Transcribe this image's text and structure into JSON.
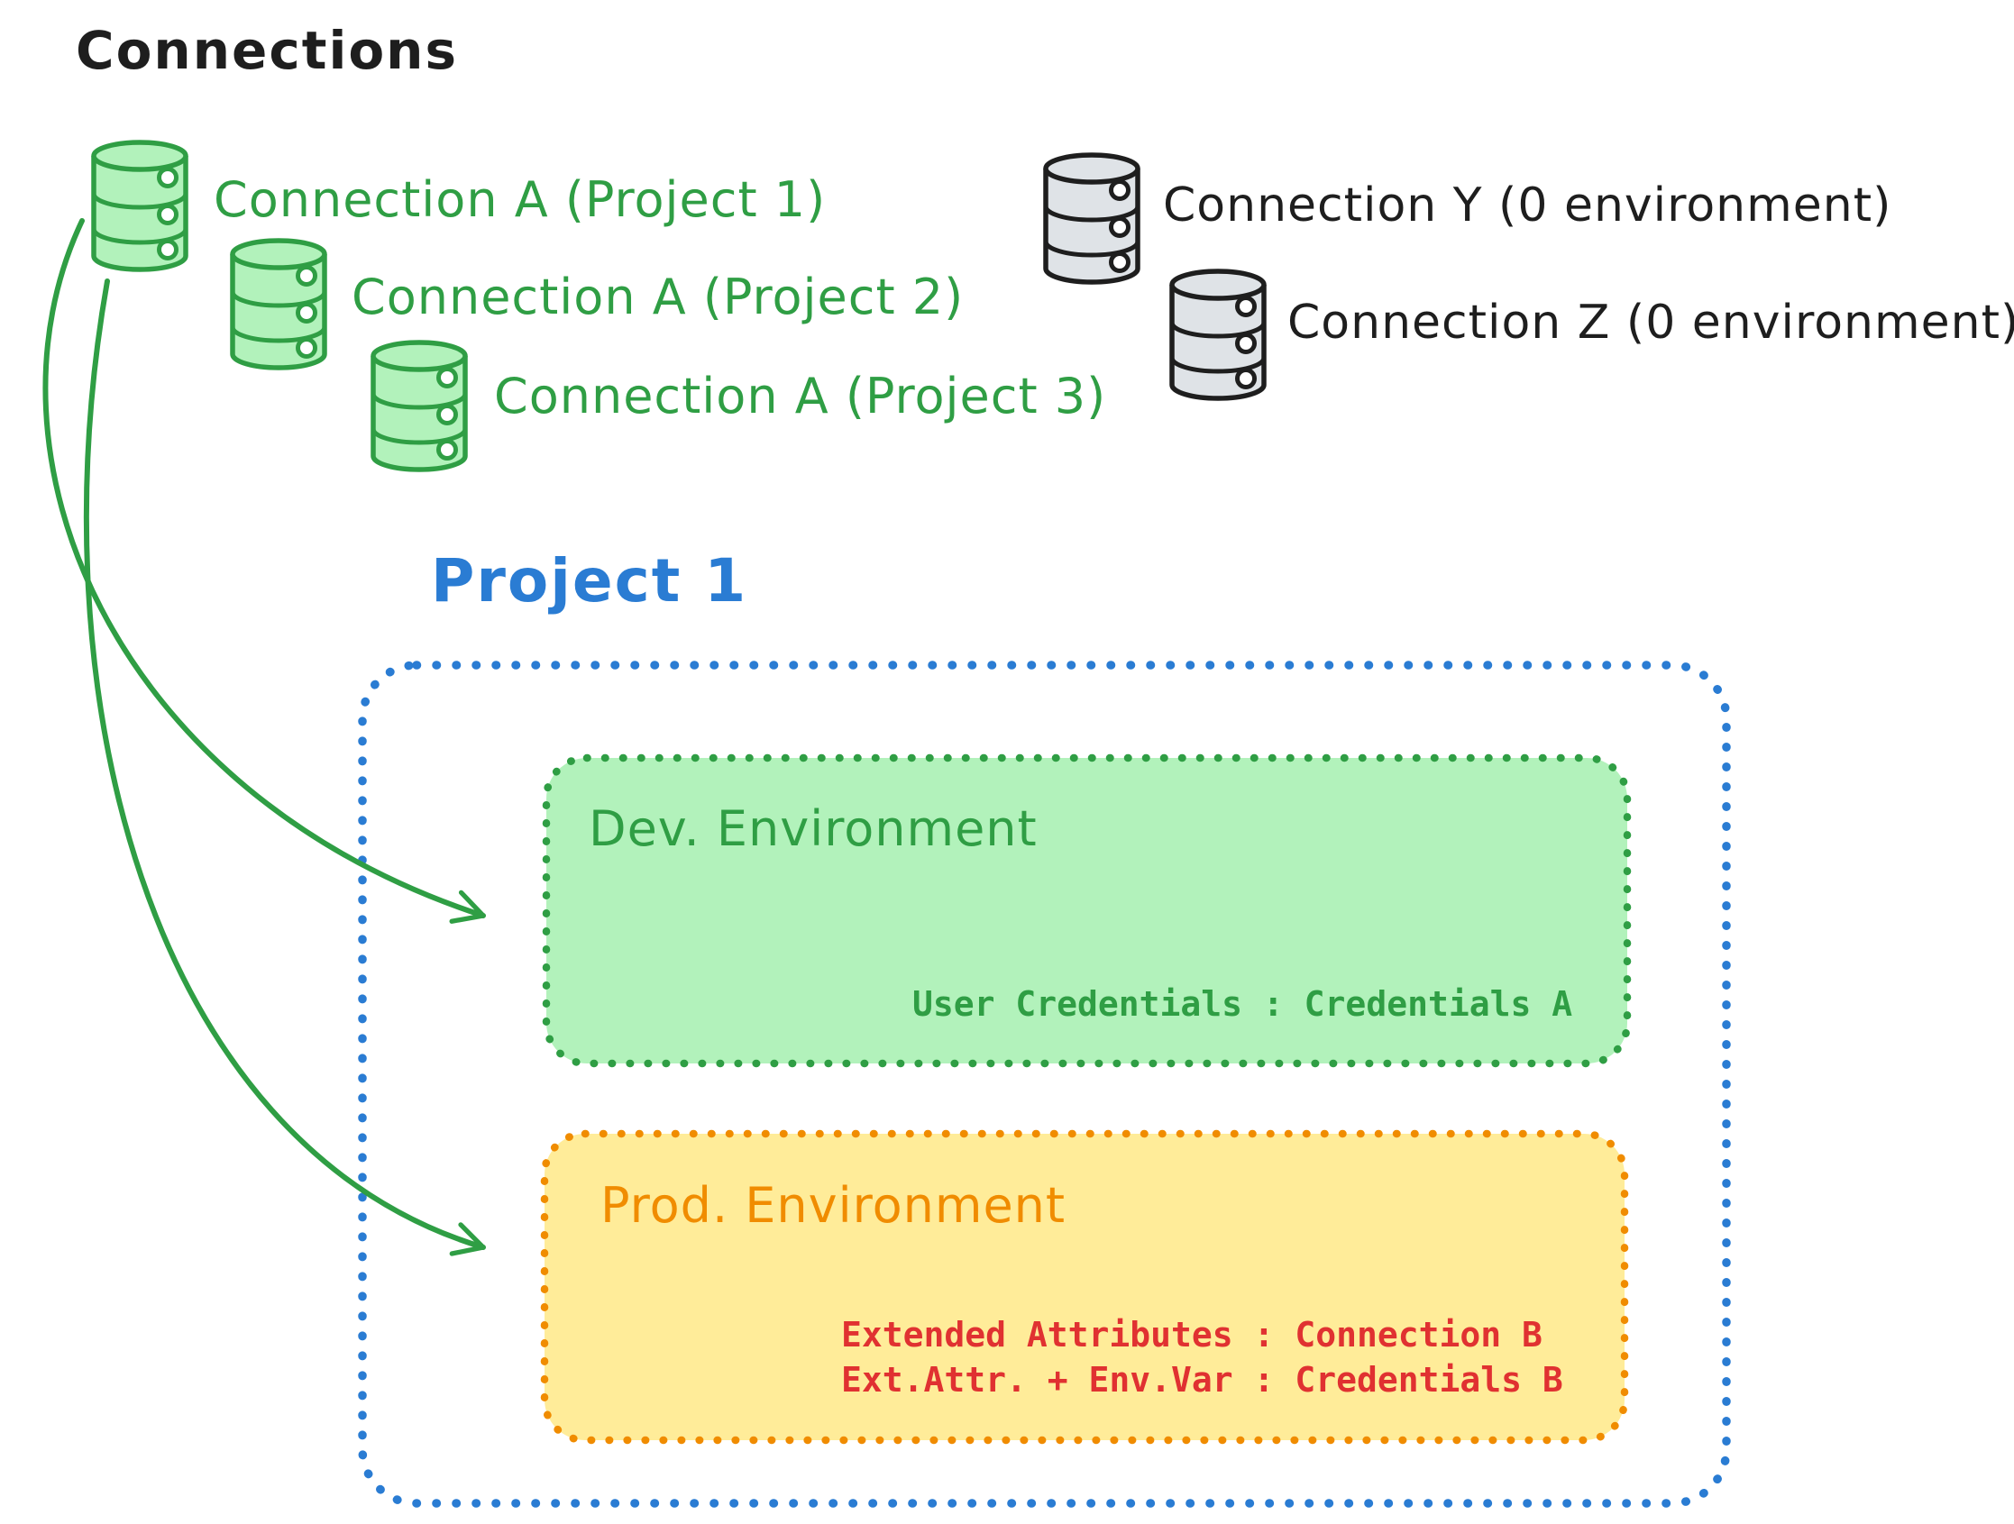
{
  "connections": {
    "title": "Connections",
    "project_a": [
      "Connection A (Project 1)",
      "Connection A (Project 2)",
      "Connection A (Project 3)"
    ],
    "unassigned": [
      "Connection Y (0 environment)",
      "Connection Z (0 environment)"
    ]
  },
  "project": {
    "title": "Project 1",
    "dev_environment": {
      "title": "Dev. Environment",
      "mapping": "User Credentials : Credentials A"
    },
    "prod_environment": {
      "title": "Prod. Environment",
      "mappings": [
        "Extended Attributes : Connection B",
        "Ext.Attr. + Env.Var : Credentials B"
      ]
    }
  },
  "icons": {
    "green_database": "database-icon",
    "gray_database": "database-icon",
    "arrow": "curved-arrow"
  },
  "colors": {
    "green": "#2f9e44",
    "green_fill": "#b2f2bb",
    "blue": "#2a7cd3",
    "orange": "#f08c00",
    "yellow_fill": "#ffec99",
    "red": "#e03131",
    "ink": "#1e1e1e",
    "gray_fill": "#dfe3e7",
    "background": "#ffffff"
  }
}
